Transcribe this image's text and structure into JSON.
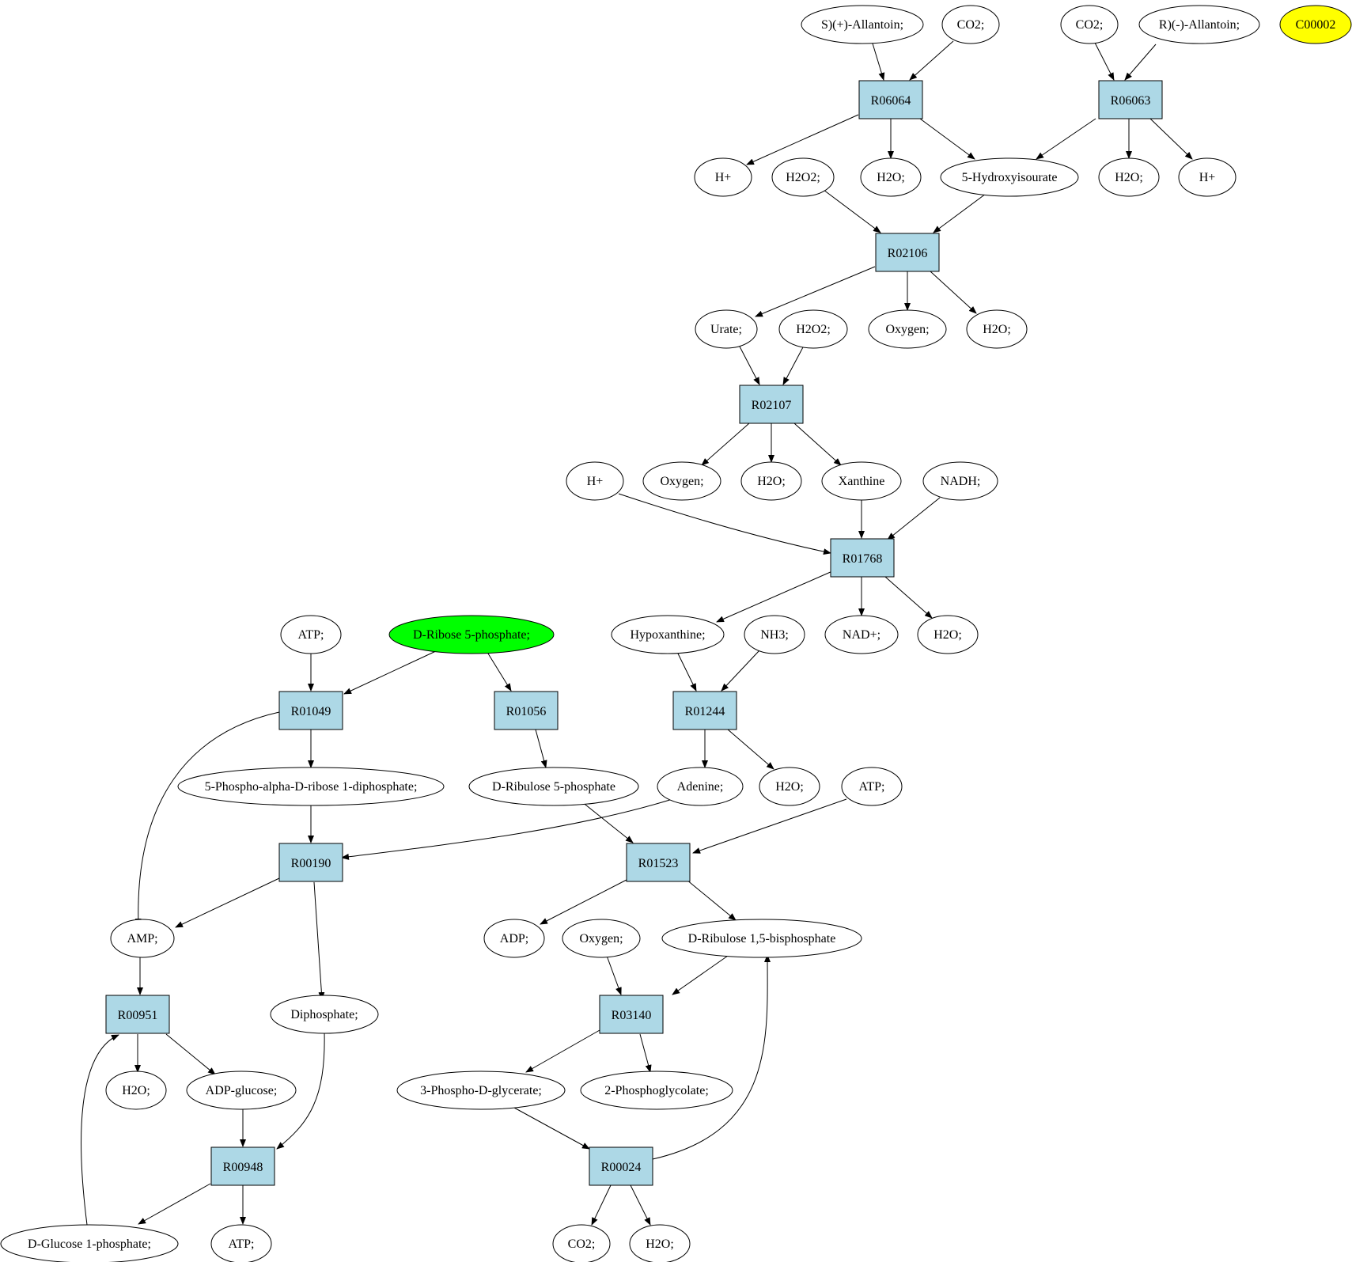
{
  "colors": {
    "reaction_fill": "#add8e6",
    "compound_fill": "#ffffff",
    "highlight_start": "#00ff00",
    "highlight_query": "#ffff00",
    "stroke": "#000000"
  },
  "reactions": {
    "r06064": "R06064",
    "r06063": "R06063",
    "r02106": "R02106",
    "r02107": "R02107",
    "r01768": "R01768",
    "r01049": "R01049",
    "r01056": "R01056",
    "r01244": "R01244",
    "r00190": "R00190",
    "r01523": "R01523",
    "r00951": "R00951",
    "r03140": "R03140",
    "r00948": "R00948",
    "r00024": "R00024"
  },
  "compounds": {
    "s_allantoin": "S)(+)-Allantoin;",
    "co2_a": "CO2;",
    "co2_b": "CO2;",
    "r_allantoin": "R)(-)-Allantoin;",
    "c00002": "C00002",
    "hplus_a": "H+",
    "h2o2_a": "H2O2;",
    "h2o_a": "H2O;",
    "hydroxyisourate": "5-Hydroxyisourate",
    "h2o_b": "H2O;",
    "hplus_b": "H+",
    "urate": "Urate;",
    "h2o2_b": "H2O2;",
    "oxygen_a": "Oxygen;",
    "h2o_c": "H2O;",
    "hplus_c": "H+",
    "oxygen_b": "Oxygen;",
    "h2o_d": "H2O;",
    "xanthine": "Xanthine",
    "nadh": "NADH;",
    "atp_a": "ATP;",
    "ribose5p": "D-Ribose 5-phosphate;",
    "hypoxanthine": "Hypoxanthine;",
    "nh3": "NH3;",
    "nadplus": "NAD+;",
    "h2o_e": "H2O;",
    "prpp": "5-Phospho-alpha-D-ribose 1-diphosphate;",
    "ribulose5p": "D-Ribulose 5-phosphate",
    "adenine": "Adenine;",
    "h2o_f": "H2O;",
    "atp_b": "ATP;",
    "amp": "AMP;",
    "adp": "ADP;",
    "oxygen_c": "Oxygen;",
    "rubp": "D-Ribulose 1,5-bisphosphate",
    "diphosphate": "Diphosphate;",
    "h2o_g": "H2O;",
    "adp_glucose": "ADP-glucose;",
    "pga": "3-Phospho-D-glycerate;",
    "phosphoglycolate": "2-Phosphoglycolate;",
    "glucose1p": "D-Glucose 1-phosphate;",
    "atp_c": "ATP;",
    "co2_c": "CO2;",
    "h2o_h": "H2O;"
  }
}
